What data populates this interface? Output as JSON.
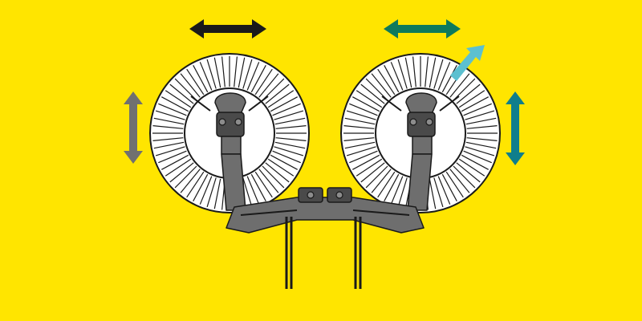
{
  "canvas": {
    "background_color": "#FFE500"
  },
  "brushes": {
    "count": 2,
    "bristle_count": 64,
    "bristle_color": "#FFFFFF",
    "outline_color": "#1A1A1A",
    "hub_color": "#FFFFFF"
  },
  "frame": {
    "color": "#6E6E6E",
    "dark_color": "#4A4A4A",
    "highlight_color": "#8C8C8C"
  },
  "arrows": [
    {
      "name": "left-brush-horizontal-arrow",
      "icon": "double-arrow-horizontal",
      "color": "#1A1A1A"
    },
    {
      "name": "right-brush-horizontal-arrow",
      "icon": "double-arrow-horizontal",
      "color": "#0E7A5C"
    },
    {
      "name": "left-brush-vertical-arrow",
      "icon": "double-arrow-vertical",
      "color": "#707070"
    },
    {
      "name": "right-brush-vertical-arrow",
      "icon": "double-arrow-vertical",
      "color": "#0F7E8C"
    },
    {
      "name": "right-brush-tilt-arrow",
      "icon": "single-arrow-diagonal",
      "color": "#5CC0D0"
    }
  ]
}
